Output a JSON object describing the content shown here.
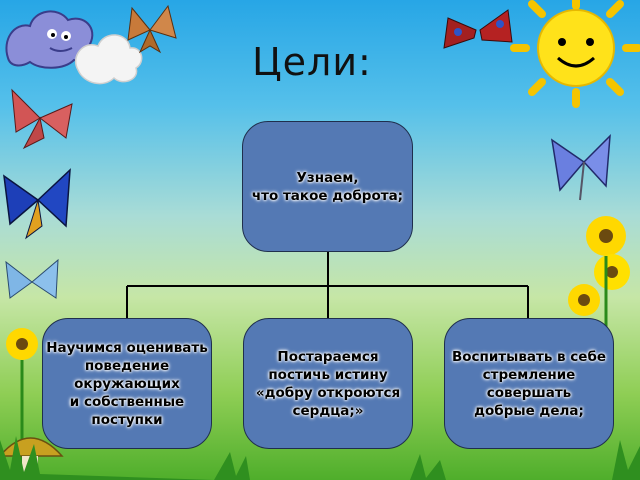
{
  "slide": {
    "title": "Цели:"
  },
  "hierarchy": {
    "root": "Узнаем,\nчто такое доброта;",
    "children": [
      "Научимся оценивать\nповедение\nокружающих\nи собственные\nпоступки",
      "Постараемся\nпостичь истину\n«добру откроются\nсердца;»",
      "Воспитывать в себе\nстремление\nсовершать\nдобрые дела;"
    ]
  },
  "colors": {
    "box_fill": "#5479b4",
    "box_border": "#1f2f4d",
    "connector": "#000000"
  },
  "decorations": [
    "cloud-icon",
    "butterfly-icon",
    "sun-icon",
    "flower-icon",
    "mushroom-icon",
    "grass-icon"
  ]
}
